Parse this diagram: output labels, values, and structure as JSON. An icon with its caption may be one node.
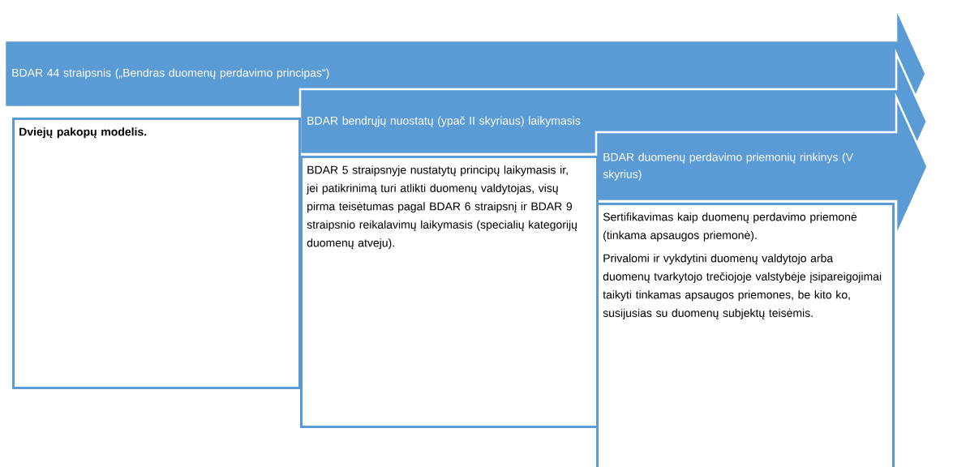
{
  "diagram": {
    "nodes": [
      {
        "text": [
          "BDAR 44 straipsnis („Bendras duomenų perdavimo principas“)"
        ]
      },
      {
        "text": [
          "BDAR bendrųjų nuostatų (ypač II skyriaus) laikymasis"
        ]
      },
      {
        "text": [
          "BDAR duomenų perdavimo priemonių rinkinys (V skyrius)"
        ]
      },
      {
        "text": [
          "Dviejų pakopų modelis."
        ]
      },
      {
        "text": [
          "BDAR 5 straipsnyje nustatytų principų laikymasis ir, jei patikrinimą turi atlikti duomenų valdytojas, visų pirma teisėtumas pagal BDAR 6 straipsnį ir BDAR 9 straipsnio reikalavimų laikymasis (specialių kategorijų duomenų atveju)."
        ]
      },
      {
        "text": [
          "Sertifikavimas kaip duomenų perdavimo priemonė (tinkama apsaugos priemonė).",
          "Privalomi ir vykdytini duomenų valdytojo arba duomenų tvarkytojo trečiojoje valstybėje įsipareigojimai taikyti tinkamas apsaugos priemones, be kito ko, susijusias su duomenų subjektų teisėmis."
        ]
      }
    ],
    "edges": []
  }
}
